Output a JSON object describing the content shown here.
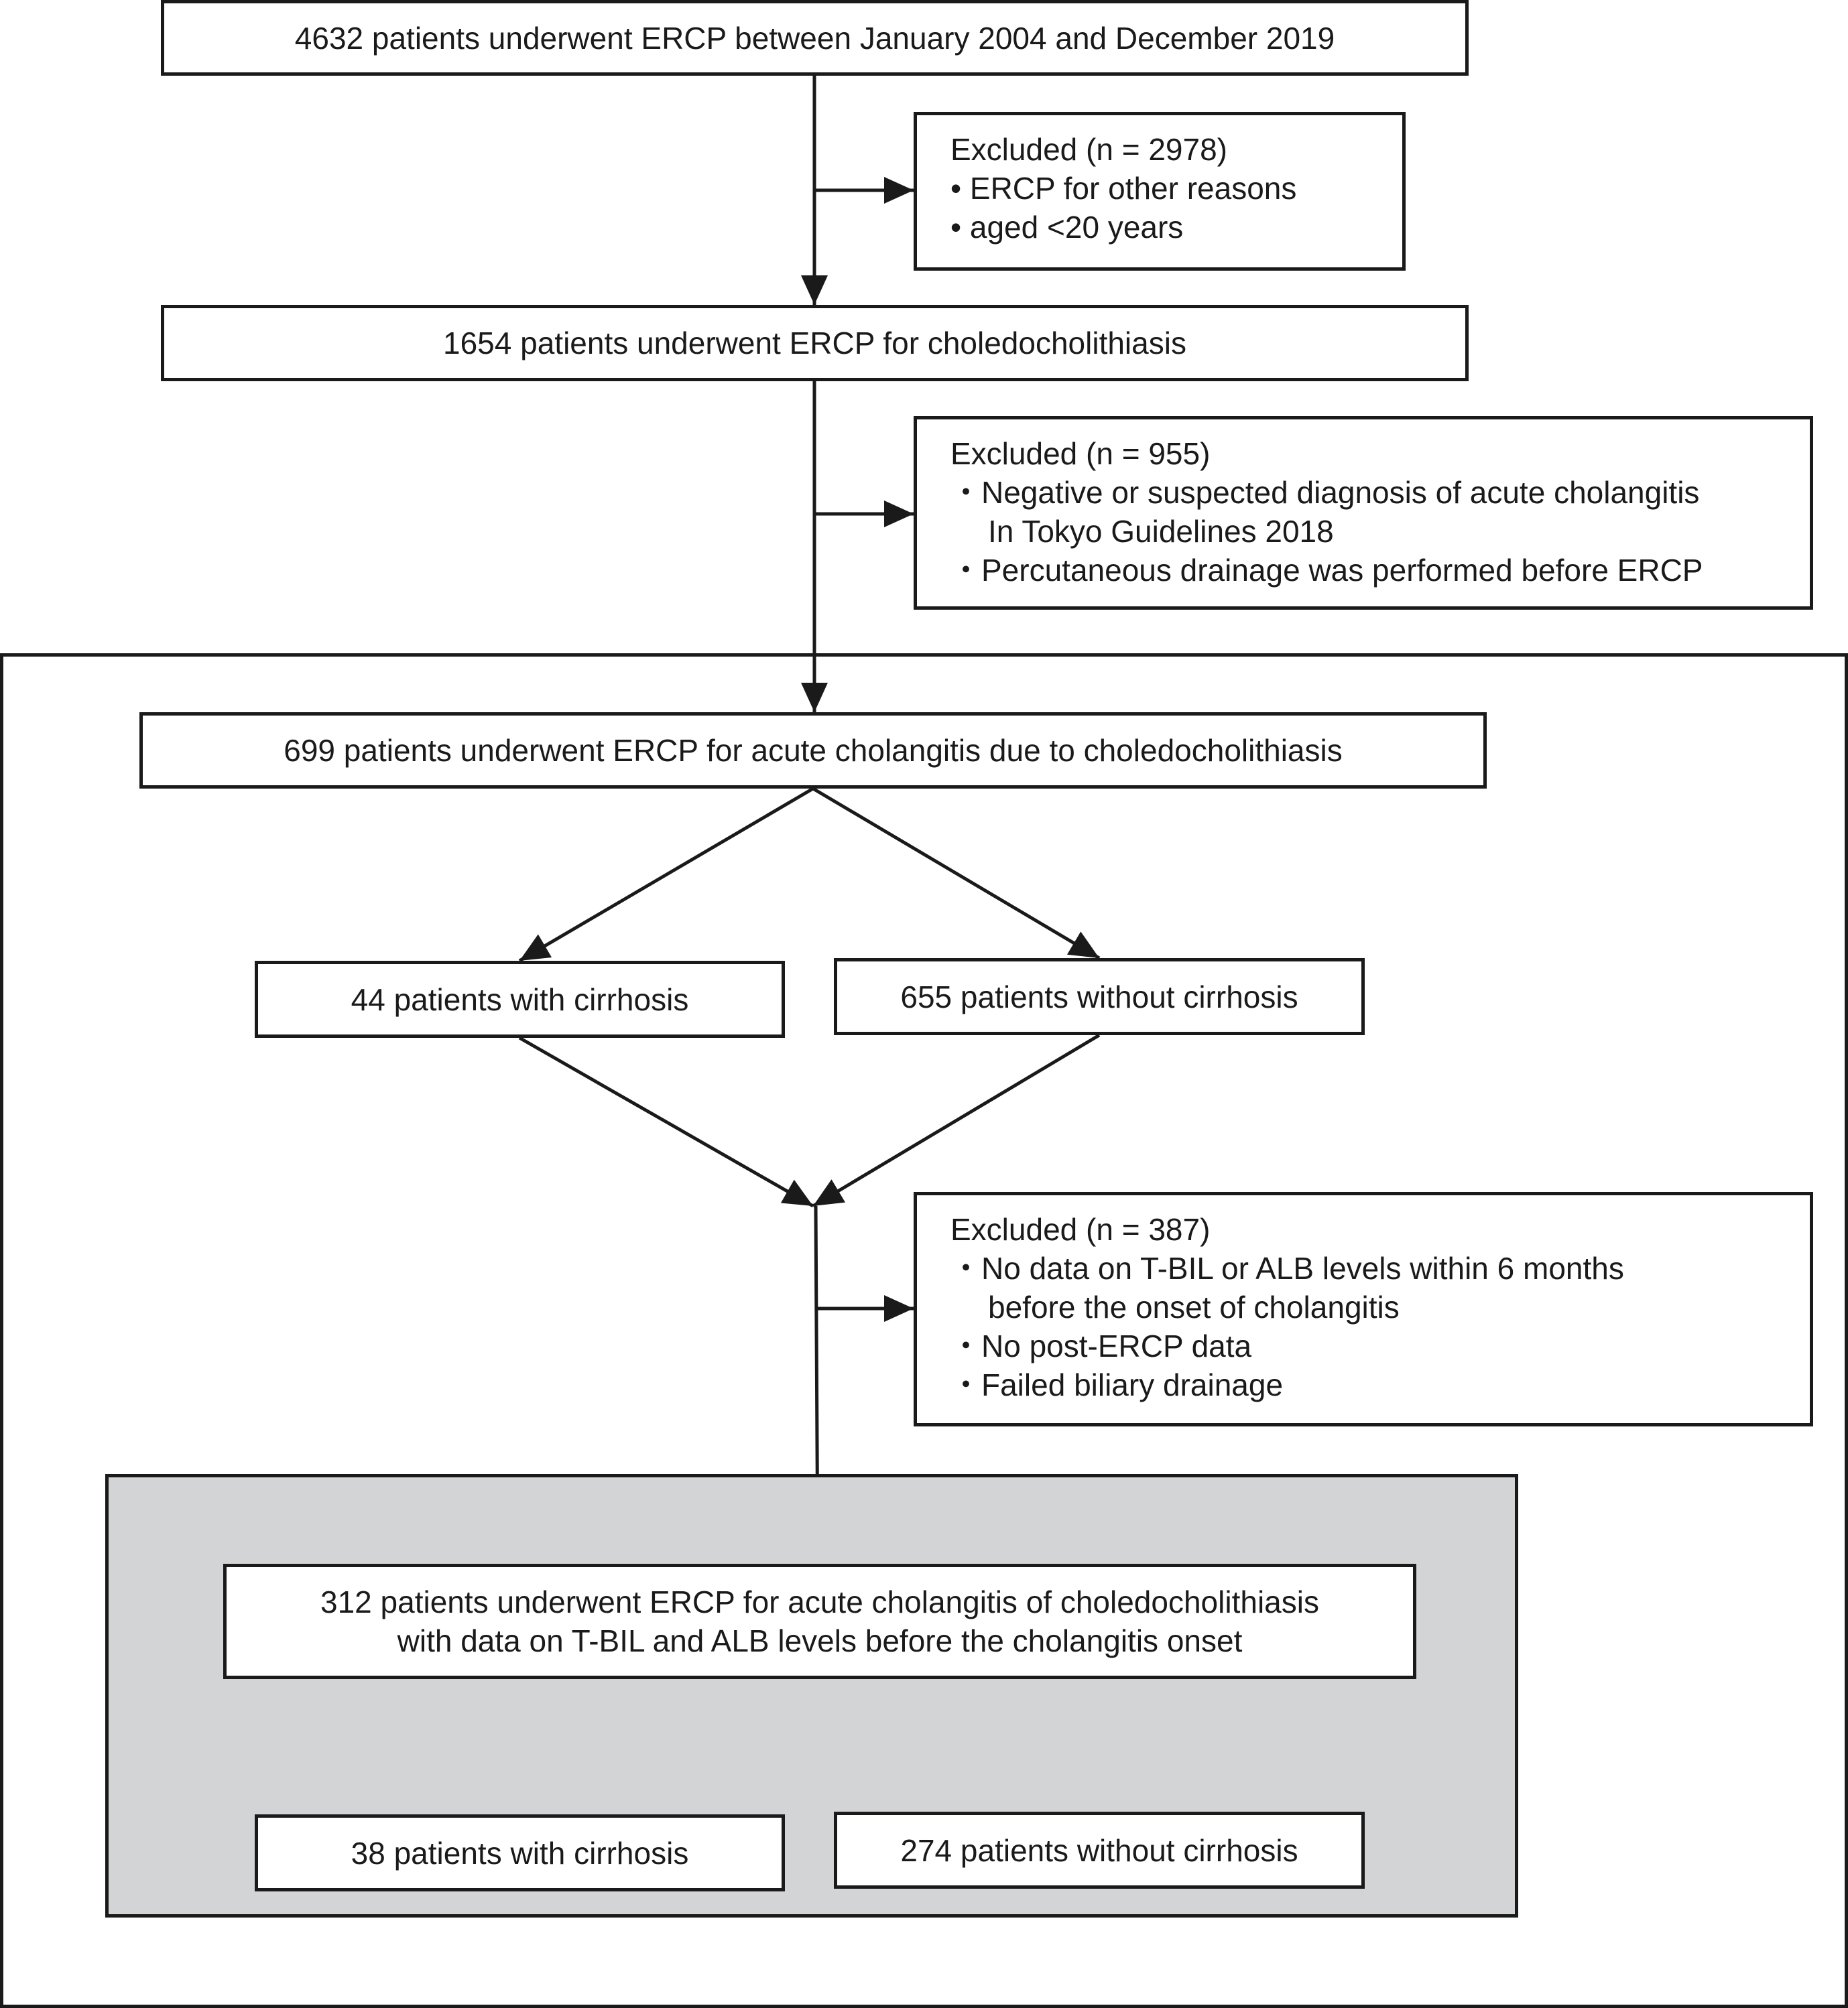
{
  "colors": {
    "ink": "#1a1a1a",
    "shaded_region": "#d3d4d6",
    "background": "#ffffff"
  },
  "nodes": {
    "all_ercp": {
      "lines": [
        "4632 patients underwent ERCP between January 2004 and December 2019"
      ]
    },
    "excluded_1": {
      "title": "Excluded (n = 2978)",
      "bullet": "•",
      "items": [
        {
          "lines": [
            "ERCP for other reasons"
          ]
        },
        {
          "lines": [
            "aged <20 years"
          ]
        }
      ]
    },
    "choledocholithiasis": {
      "lines": [
        "1654 patients underwent ERCP for choledocholithiasis"
      ]
    },
    "excluded_2": {
      "title": "Excluded (n = 955)",
      "bullet": "・",
      "items": [
        {
          "lines": [
            "Negative or suspected diagnosis of acute cholangitis",
            "In Tokyo Guidelines 2018"
          ]
        },
        {
          "lines": [
            "Percutaneous drainage was performed before ERCP"
          ]
        }
      ]
    },
    "acute_cholangitis": {
      "lines": [
        "699 patients underwent ERCP for acute cholangitis due to choledocholithiasis"
      ]
    },
    "with_cirrhosis_1": {
      "lines": [
        "44 patients with cirrhosis"
      ]
    },
    "without_cirrhosis_1": {
      "lines": [
        "655 patients without cirrhosis"
      ]
    },
    "excluded_3": {
      "title": "Excluded (n = 387)",
      "bullet": "・",
      "items": [
        {
          "lines": [
            "No data on T-BIL or ALB levels within 6 months",
            "before the onset of cholangitis"
          ]
        },
        {
          "lines": [
            "No post-ERCP data"
          ]
        },
        {
          "lines": [
            "Failed biliary drainage"
          ]
        }
      ]
    },
    "final_cohort": {
      "lines": [
        "312 patients underwent ERCP for acute cholangitis of choledocholithiasis",
        "with data on T-BIL and ALB levels before the cholangitis onset"
      ]
    },
    "with_cirrhosis_2": {
      "lines": [
        "38 patients with cirrhosis"
      ]
    },
    "without_cirrhosis_2": {
      "lines": [
        "274 patients without cirrhosis"
      ]
    }
  }
}
